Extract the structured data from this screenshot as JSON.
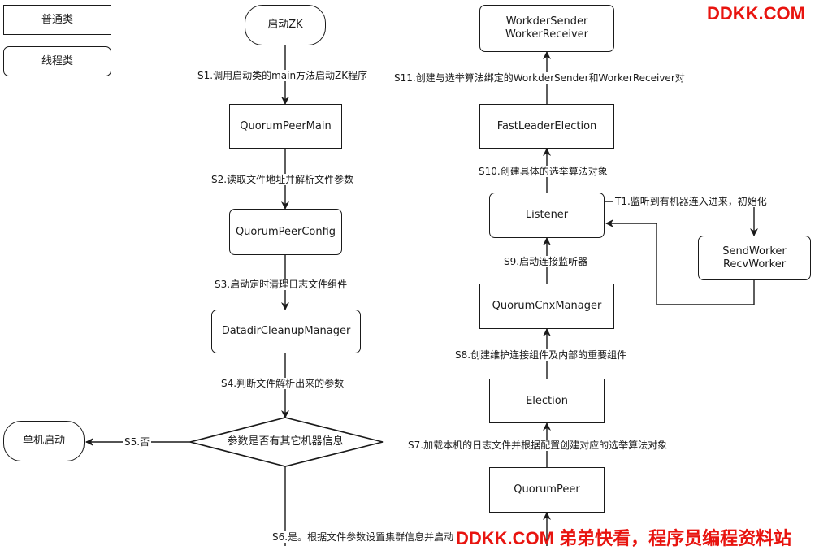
{
  "legend": {
    "plain_class": "普通类",
    "thread_class": "线程类"
  },
  "left_flow": {
    "start": "启动ZK",
    "s1": "S1.调用启动类的main方法启动ZK程序",
    "quorum_peer_main": "QuorumPeerMain",
    "s2": "S2.读取文件地址并解析文件参数",
    "quorum_peer_config": "QuorumPeerConfig",
    "s3": "S3.启动定时清理日志文件组件",
    "datadir_cleanup_manager": "DatadirCleanupManager",
    "s4": "S4.判断文件解析出来的参数",
    "decision": "参数是否有其它机器信息",
    "s5": "S5.否",
    "standalone": "单机启动",
    "s6": "S6.是。根据文件参数设置集群信息并启动"
  },
  "right_flow": {
    "quorum_peer": "QuorumPeer",
    "s7": "S7.加载本机的日志文件并根据配置创建对应的选举算法对象",
    "election": "Election",
    "s8": "S8.创建维护连接组件及内部的重要组件",
    "quorum_cnx_manager": "QuorumCnxManager",
    "s9": "S9.启动连接监听器",
    "listener": "Listener",
    "t1": "T1.监听到有机器连入进来，初始化",
    "send_worker_line1": "SendWorker",
    "send_worker_line2": "RecvWorker",
    "s10": "S10.创建具体的选举算法对象",
    "fast_leader_election": "FastLeaderElection",
    "s11": "S11.创建与选举算法绑定的WorkderSender和WorkerReceiver对",
    "sender_line1": "WorkderSender",
    "sender_line2": "WorkerReceiver"
  },
  "watermark": {
    "top": "DDKK.COM",
    "bottom": "DDKK.COM 弟弟快看，程序员编程资料站"
  },
  "colors": {
    "stroke": "#1a1a1a",
    "watermark": "#e8140f"
  }
}
